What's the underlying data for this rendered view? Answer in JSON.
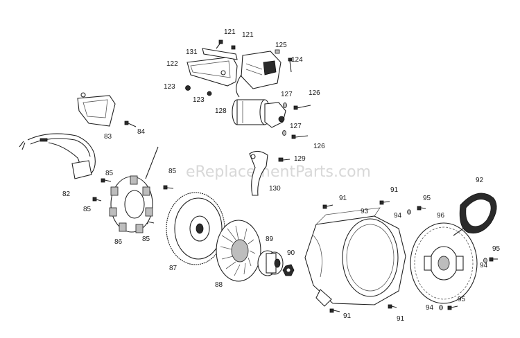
{
  "watermark": "eReplacementParts.com",
  "labels": {
    "l121a": "121",
    "l121b": "121",
    "l125": "125",
    "l131": "131",
    "l124": "124",
    "l122": "122",
    "l123a": "123",
    "l123b": "123",
    "l127a": "127",
    "l126a": "126",
    "l128": "128",
    "l127b": "127",
    "l126b": "126",
    "l129": "129",
    "l130": "130",
    "l84": "84",
    "l83": "83",
    "l85a": "85",
    "l85b": "85",
    "l85c": "85",
    "l85d": "85",
    "l82": "82",
    "l86": "86",
    "l87": "87",
    "l88": "88",
    "l89": "89",
    "l90": "90",
    "l91a": "91",
    "l91b": "91",
    "l91c": "91",
    "l91d": "91",
    "l93": "93",
    "l92": "92",
    "l95a": "95",
    "l95b": "95",
    "l95c": "95",
    "l94a": "94",
    "l94b": "94",
    "l94c": "94",
    "l96": "96"
  }
}
